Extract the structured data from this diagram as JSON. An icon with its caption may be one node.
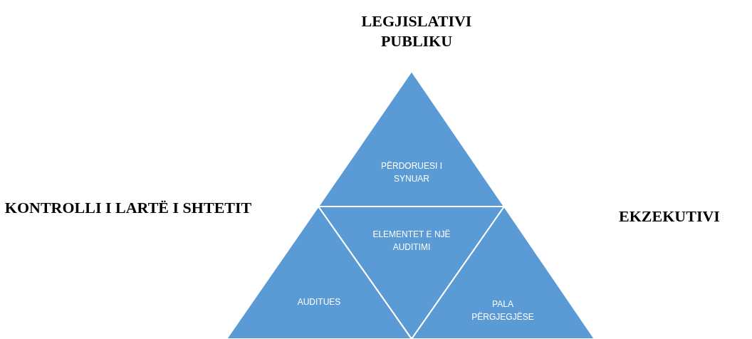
{
  "diagram": {
    "nodes": [
      {
        "text": [
          "PËRDORUESI I SYNUAR"
        ]
      },
      {
        "text": [
          "ELEMENTET E NJË AUDITIMI"
        ]
      },
      {
        "text": [
          "AUDITUES"
        ]
      },
      {
        "text": [
          "PALA PËRGJEGJËSE"
        ]
      }
    ],
    "labels": [
      "LEGJISLATIVI PUBLIKU",
      "KONTROLLI I LARTË I SHTETIT",
      "EKZEKUTIVI"
    ]
  }
}
